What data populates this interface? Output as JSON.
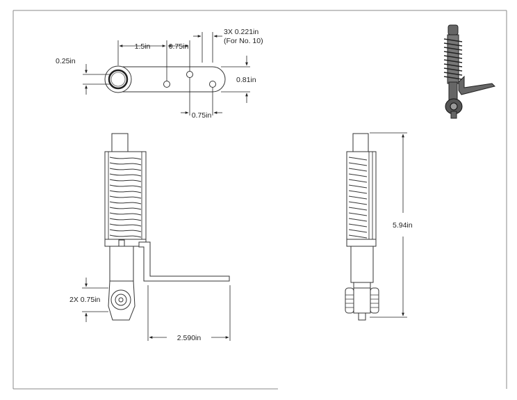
{
  "top_view": {
    "dim_offset": "1.5in",
    "dim_spacing_top": "0.75in",
    "dim_hole_count": "3X 0.221in",
    "dim_hole_note": "(For No. 10)",
    "dim_small": "0.25in",
    "dim_width": "0.81in",
    "dim_spacing_bottom": "0.75in"
  },
  "front_view": {
    "dim_wheels": "2X 0.75in",
    "dim_arm_length": "2.590in"
  },
  "side_view": {
    "dim_height": "5.94in"
  }
}
